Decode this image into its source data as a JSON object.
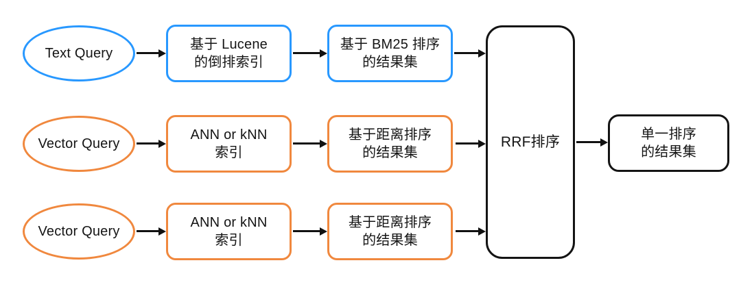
{
  "diagram": {
    "rows": [
      {
        "query": "Text Query",
        "step1": {
          "line1": "基于 Lucene",
          "line2": "的倒排索引"
        },
        "step2": {
          "line1": "基于 BM25 排序",
          "line2": "的结果集"
        }
      },
      {
        "query": "Vector Query",
        "step1": {
          "line1": "ANN or kNN",
          "line2": "索引"
        },
        "step2": {
          "line1": "基于距离排序",
          "line2": "的结果集"
        }
      },
      {
        "query": "Vector Query",
        "step1": {
          "line1": "ANN or kNN",
          "line2": "索引"
        },
        "step2": {
          "line1": "基于距离排序",
          "line2": "的结果集"
        }
      }
    ],
    "rrf": {
      "label": "RRF排序"
    },
    "output": {
      "line1": "单一排序",
      "line2": "的结果集"
    },
    "colors": {
      "text_lane": "#2898ff",
      "vector_lane": "#f0883e",
      "merge_and_output": "#141414",
      "arrow": "#111111",
      "background": "#ffffff"
    }
  }
}
